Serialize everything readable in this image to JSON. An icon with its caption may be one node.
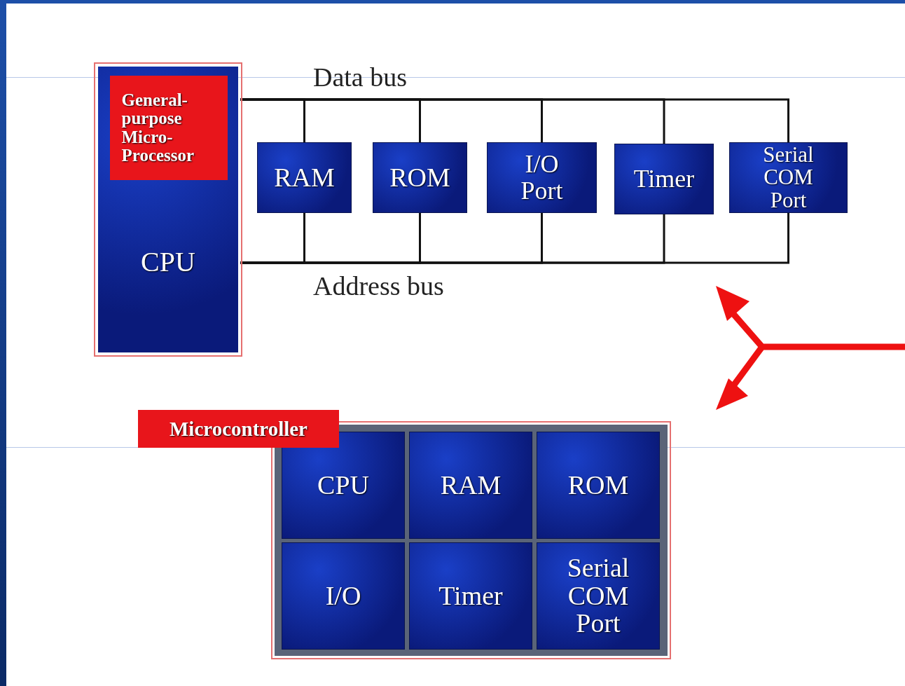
{
  "diagram": {
    "nodes": [
      {
        "text": [
          "CPU"
        ]
      },
      {
        "text": [
          "General-purpose Micro-Processor"
        ],
        "in": 0
      },
      {
        "text": [
          "RAM"
        ]
      },
      {
        "text": [
          "ROM"
        ]
      },
      {
        "text": [
          "I/O Port"
        ]
      },
      {
        "text": [
          "Timer"
        ]
      },
      {
        "text": [
          "Serial COM Port"
        ]
      },
      {
        "text": [
          "Microcontroller"
        ]
      },
      {
        "text": [
          "CPU"
        ],
        "in": 7
      },
      {
        "text": [
          "RAM"
        ],
        "in": 7
      },
      {
        "text": [
          "ROM"
        ],
        "in": 7
      },
      {
        "text": [
          "I/O"
        ],
        "in": 7
      },
      {
        "text": [
          "Timer"
        ],
        "in": 7
      },
      {
        "text": [
          "Serial COM Port"
        ],
        "in": 7
      }
    ],
    "edges": [
      {
        "from": 0,
        "to": 2,
        "arrow": "none"
      },
      {
        "from": 0,
        "to": 3,
        "arrow": "none"
      },
      {
        "from": 0,
        "to": 4,
        "arrow": "none"
      },
      {
        "from": 0,
        "to": 5,
        "arrow": "none"
      },
      {
        "from": 0,
        "to": 6,
        "arrow": "none"
      },
      {
        "from": 0,
        "to": 2,
        "arrow": "none"
      },
      {
        "from": 0,
        "to": 3,
        "arrow": "none"
      },
      {
        "from": 0,
        "to": 4,
        "arrow": "none"
      },
      {
        "from": 0,
        "to": 5,
        "arrow": "none"
      },
      {
        "from": 0,
        "to": 6,
        "arrow": "none"
      }
    ],
    "labels": [
      "Data bus",
      "Address bus"
    ]
  }
}
